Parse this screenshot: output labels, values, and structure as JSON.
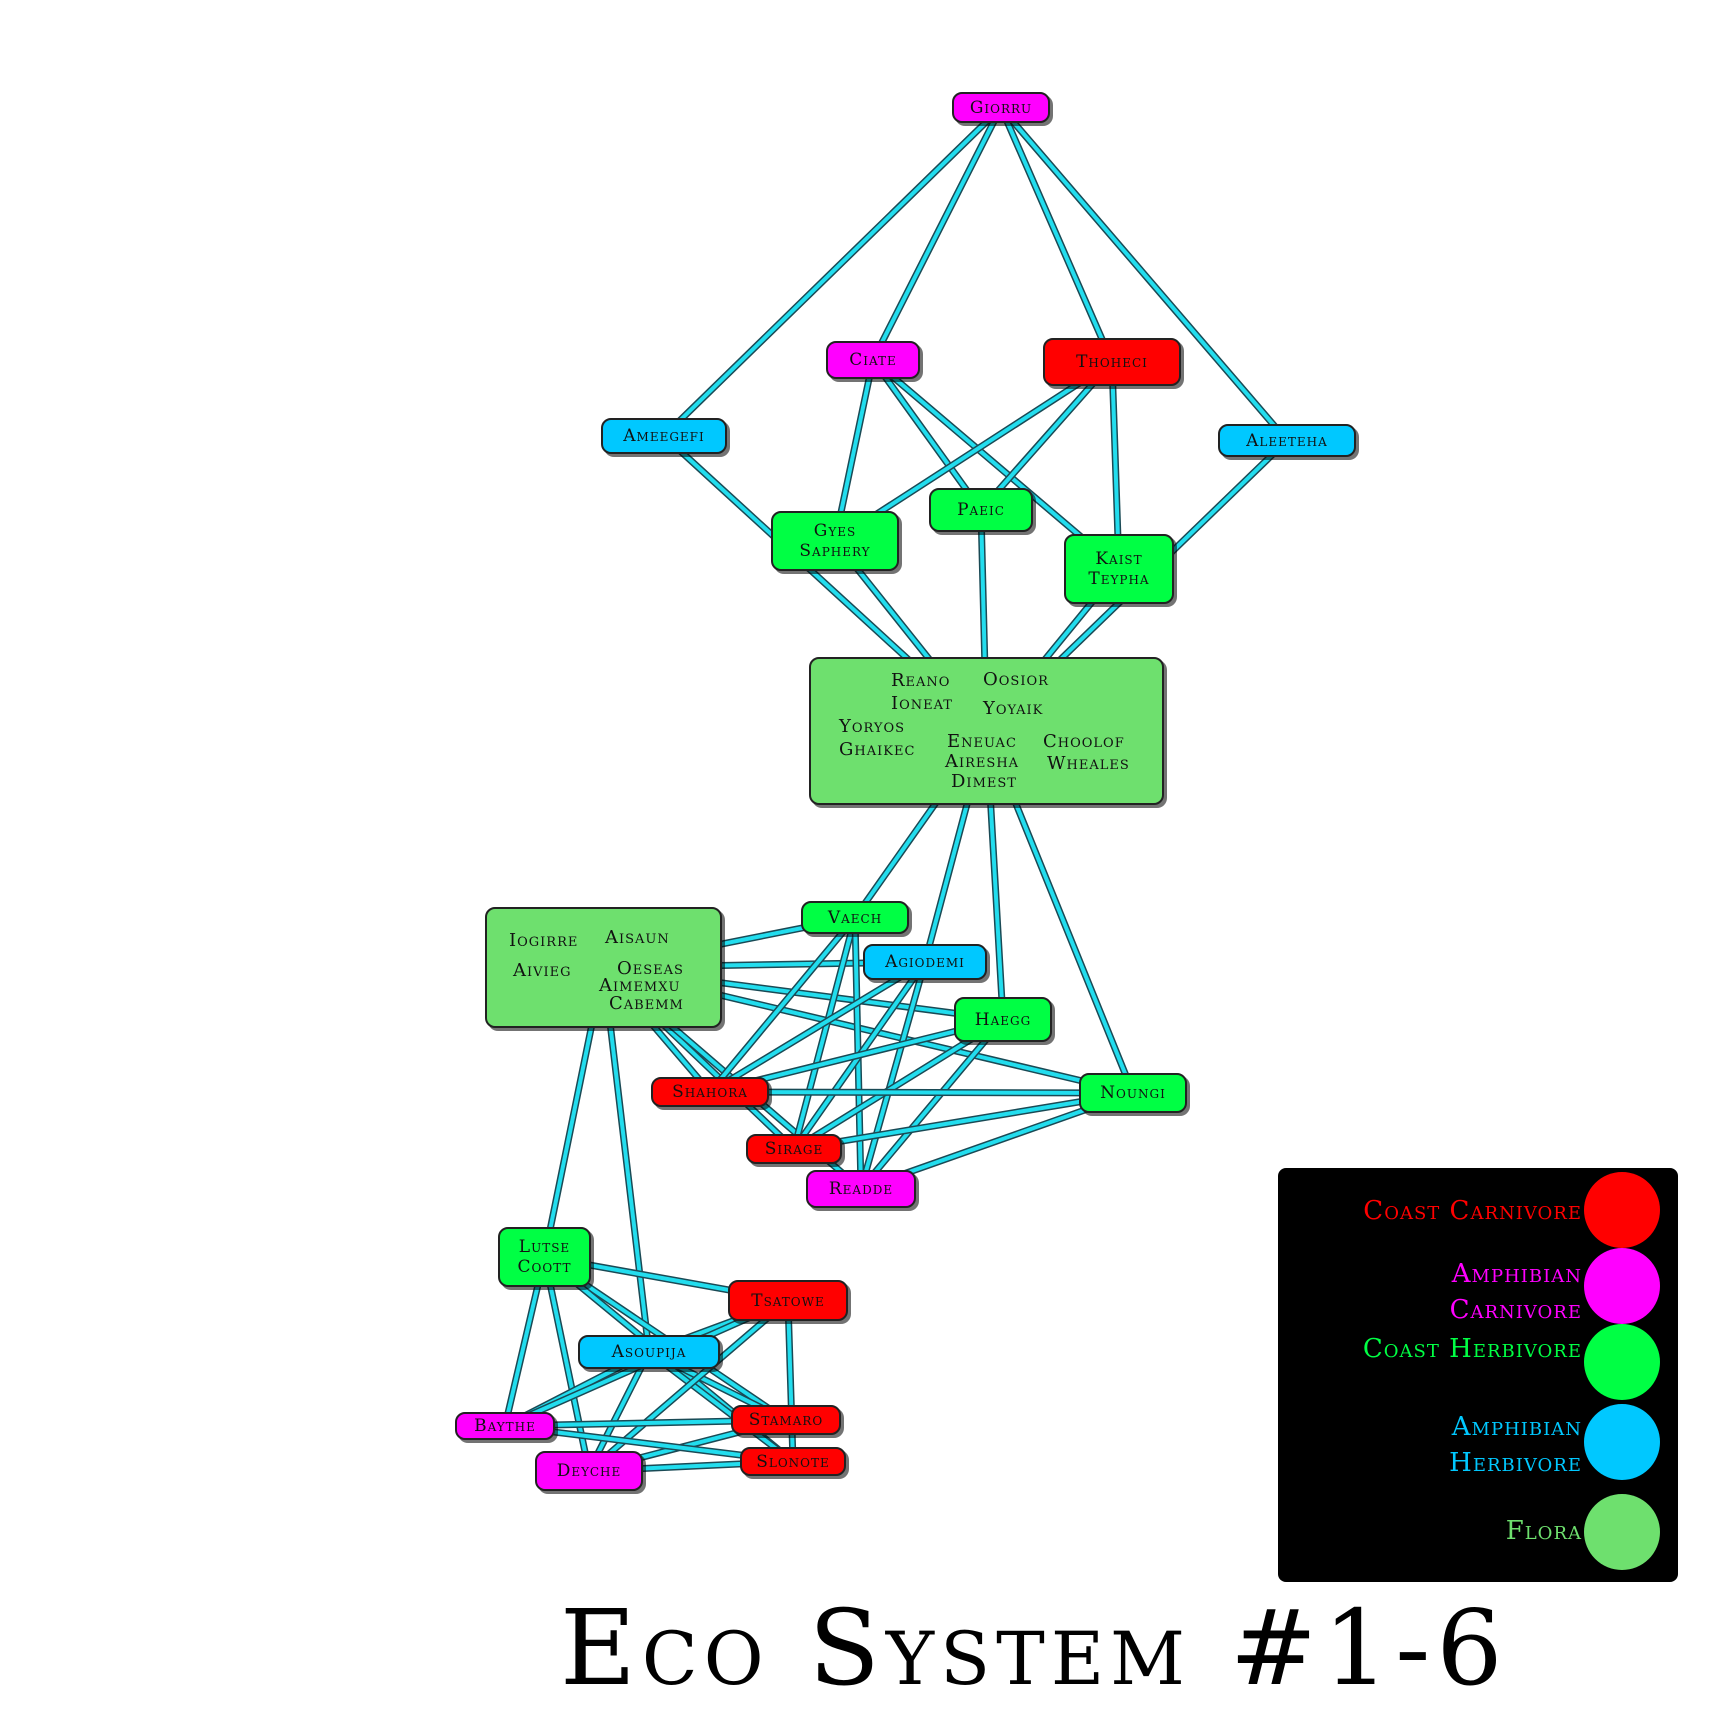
{
  "title": "Eco System #1-6",
  "colors": {
    "coast_carnivore": "#ff0000",
    "amphibian_carnivore": "#ff00ff",
    "coast_herbivore": "#00ff44",
    "amphibian_herbivore": "#00c8ff",
    "flora": "#6ee06e",
    "edge": "#22ddee"
  },
  "legend": {
    "coast_carnivore": "Coast Carnivore",
    "amphibian_carnivore": [
      "Amphibian",
      "Carnivore"
    ],
    "coast_herbivore": "Coast Herbivore",
    "amphibian_herbivore": [
      "Amphibian",
      "Herbivore"
    ],
    "flora": "Flora"
  },
  "nodes": {
    "giorru": {
      "lines": [
        "Giorru"
      ],
      "category": "amphibian_carnivore"
    },
    "ciate": {
      "lines": [
        "Ciate"
      ],
      "category": "amphibian_carnivore"
    },
    "thoheci": {
      "lines": [
        "Thoheci"
      ],
      "category": "coast_carnivore"
    },
    "ameegefi": {
      "lines": [
        "Ameegefi"
      ],
      "category": "amphibian_herbivore"
    },
    "aleeteha": {
      "lines": [
        "Aleeteha"
      ],
      "category": "amphibian_herbivore"
    },
    "gyes": {
      "lines": [
        "Gyes",
        "Saphery"
      ],
      "category": "coast_herbivore"
    },
    "paeic": {
      "lines": [
        "Paeic"
      ],
      "category": "coast_herbivore"
    },
    "kaist": {
      "lines": [
        "Kaist",
        "Teypha"
      ],
      "category": "coast_herbivore"
    },
    "flora1": {
      "lines": [
        "Reano",
        "Oosior",
        "Ioneat",
        "Yoyaik",
        "Yoryos",
        "Ghaikec",
        "Eneuac",
        "Airesha",
        "Dimest",
        "Choolof",
        "Wheales"
      ],
      "category": "flora"
    },
    "flora2": {
      "lines": [
        "Iogirre",
        "Aisaun",
        "Aivieg",
        "Oeseas",
        "Aimemxu",
        "Cabemm"
      ],
      "category": "flora"
    },
    "vaech": {
      "lines": [
        "Vaech"
      ],
      "category": "coast_herbivore"
    },
    "agiodemi": {
      "lines": [
        "Agiodemi"
      ],
      "category": "amphibian_herbivore"
    },
    "haegg": {
      "lines": [
        "Haegg"
      ],
      "category": "coast_herbivore"
    },
    "noungi": {
      "lines": [
        "Noungi"
      ],
      "category": "coast_herbivore"
    },
    "shahora": {
      "lines": [
        "Shahora"
      ],
      "category": "coast_carnivore"
    },
    "sirage": {
      "lines": [
        "Sirage"
      ],
      "category": "coast_carnivore"
    },
    "readde": {
      "lines": [
        "Readde"
      ],
      "category": "amphibian_carnivore"
    },
    "lutse": {
      "lines": [
        "Lutse",
        "Coott"
      ],
      "category": "coast_herbivore"
    },
    "tsatowe": {
      "lines": [
        "Tsatowe"
      ],
      "category": "coast_carnivore"
    },
    "asoupija": {
      "lines": [
        "Asoupija"
      ],
      "category": "amphibian_herbivore"
    },
    "baythe": {
      "lines": [
        "Baythe"
      ],
      "category": "amphibian_carnivore"
    },
    "stamaro": {
      "lines": [
        "Stamaro"
      ],
      "category": "coast_carnivore"
    },
    "deyche": {
      "lines": [
        "Deyche"
      ],
      "category": "amphibian_carnivore"
    },
    "slonote": {
      "lines": [
        "Slonote"
      ],
      "category": "coast_carnivore"
    }
  },
  "edges": [
    [
      "giorru",
      "ameegefi"
    ],
    [
      "giorru",
      "ciate"
    ],
    [
      "giorru",
      "thoheci"
    ],
    [
      "giorru",
      "aleeteha"
    ],
    [
      "ameegefi",
      "flora1"
    ],
    [
      "aleeteha",
      "flora1"
    ],
    [
      "ciate",
      "gyes"
    ],
    [
      "ciate",
      "paeic"
    ],
    [
      "ciate",
      "kaist"
    ],
    [
      "thoheci",
      "gyes"
    ],
    [
      "thoheci",
      "paeic"
    ],
    [
      "thoheci",
      "kaist"
    ],
    [
      "gyes",
      "flora1"
    ],
    [
      "paeic",
      "flora1"
    ],
    [
      "kaist",
      "flora1"
    ],
    [
      "flora1",
      "vaech"
    ],
    [
      "flora1",
      "agiodemi"
    ],
    [
      "flora1",
      "haegg"
    ],
    [
      "flora1",
      "noungi"
    ],
    [
      "flora2",
      "vaech"
    ],
    [
      "flora2",
      "agiodemi"
    ],
    [
      "flora2",
      "haegg"
    ],
    [
      "flora2",
      "noungi"
    ],
    [
      "flora2",
      "shahora"
    ],
    [
      "flora2",
      "sirage"
    ],
    [
      "flora2",
      "readde"
    ],
    [
      "flora2",
      "lutse"
    ],
    [
      "flora2",
      "asoupija"
    ],
    [
      "vaech",
      "shahora"
    ],
    [
      "vaech",
      "sirage"
    ],
    [
      "vaech",
      "readde"
    ],
    [
      "agiodemi",
      "shahora"
    ],
    [
      "agiodemi",
      "sirage"
    ],
    [
      "agiodemi",
      "readde"
    ],
    [
      "haegg",
      "shahora"
    ],
    [
      "haegg",
      "sirage"
    ],
    [
      "haegg",
      "readde"
    ],
    [
      "noungi",
      "shahora"
    ],
    [
      "noungi",
      "sirage"
    ],
    [
      "noungi",
      "readde"
    ],
    [
      "lutse",
      "tsatowe"
    ],
    [
      "lutse",
      "baythe"
    ],
    [
      "lutse",
      "deyche"
    ],
    [
      "lutse",
      "stamaro"
    ],
    [
      "lutse",
      "slonote"
    ],
    [
      "asoupija",
      "baythe"
    ],
    [
      "asoupija",
      "deyche"
    ],
    [
      "asoupija",
      "stamaro"
    ],
    [
      "asoupija",
      "slonote"
    ],
    [
      "asoupija",
      "tsatowe"
    ],
    [
      "tsatowe",
      "baythe"
    ],
    [
      "tsatowe",
      "deyche"
    ],
    [
      "tsatowe",
      "slonote"
    ],
    [
      "stamaro",
      "baythe"
    ],
    [
      "stamaro",
      "deyche"
    ],
    [
      "slonote",
      "baythe"
    ],
    [
      "slonote",
      "deyche"
    ]
  ]
}
